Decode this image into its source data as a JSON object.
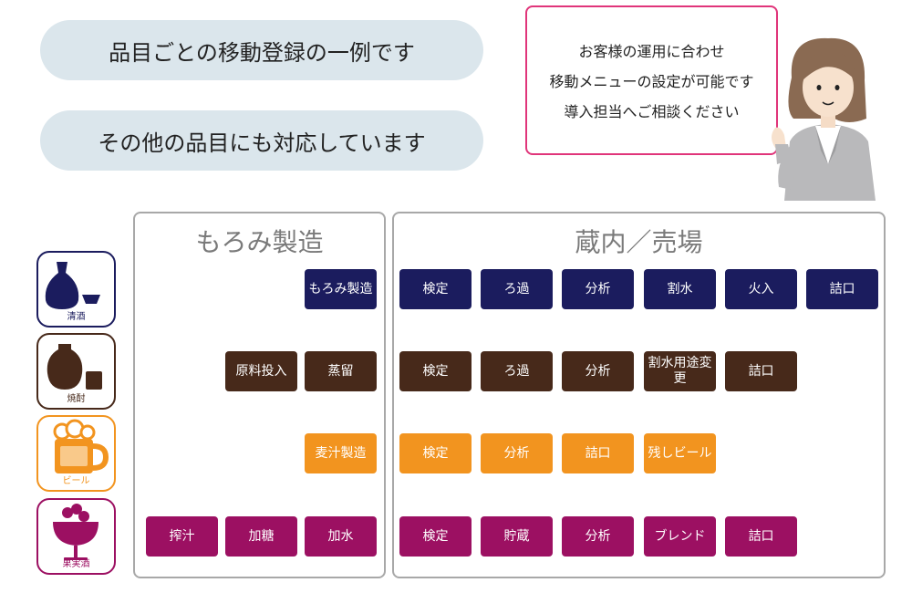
{
  "headline1": "品目ごとの移動登録の一例です",
  "headline2": "その他の品目にも対応しています",
  "callout": {
    "line1": "お客様の運用に合わせ",
    "line2": "移動メニューの設定が可能です",
    "line3": "導入担当へご相談ください"
  },
  "panels": {
    "left_title": "もろみ製造",
    "right_title": "蔵内／売場"
  },
  "categories": [
    {
      "label": "清酒",
      "color": "#1b1c5e"
    },
    {
      "label": "焼酎",
      "color": "#47291a"
    },
    {
      "label": "ビール",
      "color": "#f2941f"
    },
    {
      "label": "果実酒",
      "color": "#9c1062"
    }
  ],
  "rows": [
    {
      "left": [
        "もろみ製造"
      ],
      "right": [
        "検定",
        "ろ過",
        "分析",
        "割水",
        "火入",
        "詰口"
      ]
    },
    {
      "left": [
        "原料投入",
        "蒸留"
      ],
      "right": [
        "検定",
        "ろ過",
        "分析",
        "割水用途変更",
        "詰口"
      ]
    },
    {
      "left": [
        "麦汁製造"
      ],
      "right": [
        "検定",
        "分析",
        "詰口",
        "残しビール"
      ]
    },
    {
      "left": [
        "搾汁",
        "加糖",
        "加水"
      ],
      "right": [
        "検定",
        "貯蔵",
        "分析",
        "ブレンド",
        "詰口"
      ]
    }
  ]
}
